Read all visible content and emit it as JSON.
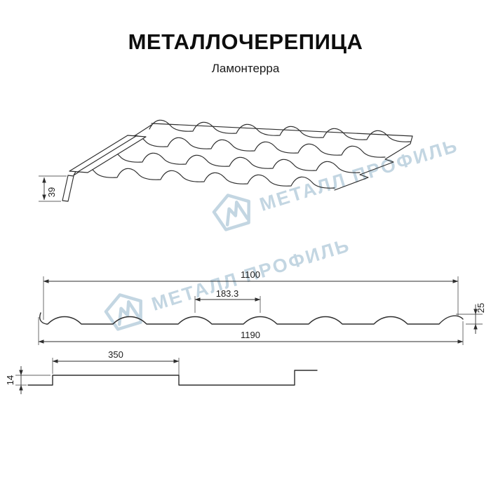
{
  "header": {
    "title": "МЕТАЛЛОЧЕРЕПИЦА",
    "subtitle": "Ламонтерра"
  },
  "watermark": {
    "text": "МЕТАЛЛ ПРОФИЛЬ"
  },
  "dims": {
    "flange_height": "39",
    "cover_width": "1100",
    "wave_pitch": "183.3",
    "profile_height": "25",
    "overall_width": "1190",
    "step_length": "350",
    "step_height": "14"
  },
  "colors": {
    "line": "#2e2e2e",
    "watermark": "#b5ccdb",
    "background": "#ffffff"
  }
}
